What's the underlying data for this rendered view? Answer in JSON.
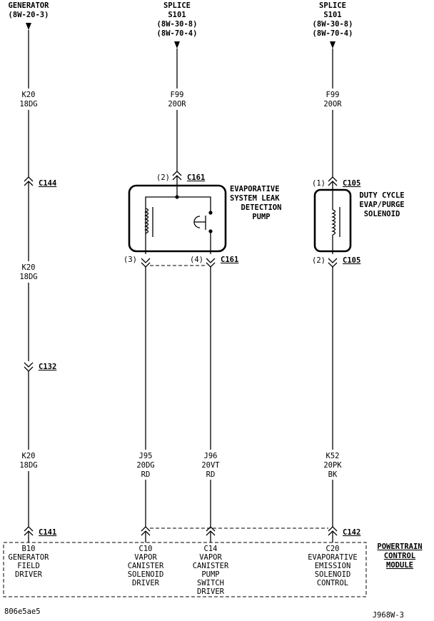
{
  "sources": {
    "generator": {
      "title": "GENERATOR",
      "ref": "(8W-20-3)"
    },
    "splice_mid": {
      "title": "SPLICE",
      "id": "S101",
      "ref1": "(8W-30-8)",
      "ref2": "(8W-70-4)"
    },
    "splice_right": {
      "title": "SPLICE",
      "id": "S101",
      "ref1": "(8W-30-8)",
      "ref2": "(8W-70-4)"
    }
  },
  "wires": {
    "k20_top": {
      "circuit": "K20",
      "gauge": "18DG"
    },
    "k20_mid": {
      "circuit": "K20",
      "gauge": "18DG"
    },
    "k20_low": {
      "circuit": "K20",
      "gauge": "18DG"
    },
    "f99_mid": {
      "circuit": "F99",
      "gauge": "20OR"
    },
    "f99_right": {
      "circuit": "F99",
      "gauge": "20OR"
    },
    "j95": {
      "circuit": "J95",
      "gauge": "20DG",
      "color": "RD"
    },
    "j96": {
      "circuit": "J96",
      "gauge": "20VT",
      "color": "RD"
    },
    "k52": {
      "circuit": "K52",
      "gauge": "20PK",
      "color": "BK"
    }
  },
  "connectors": {
    "c144": "C144",
    "c132": "C132",
    "c141": "C141",
    "c142": "C142",
    "c161_top": {
      "pin": "(2)",
      "name": "C161"
    },
    "c161_bottom": {
      "pin3": "(3)",
      "pin4": "(4)",
      "name": "C161"
    },
    "c105_top": {
      "pin": "(1)",
      "name": "C105"
    },
    "c105_bottom": {
      "pin": "(2)",
      "name": "C105"
    }
  },
  "components": {
    "leak_pump": {
      "line1": "EVAPORATIVE",
      "line2": "SYSTEM LEAK",
      "line3": "DETECTION",
      "line4": "PUMP"
    },
    "purge_solenoid": {
      "line1": "DUTY CYCLE",
      "line2": "EVAP/PURGE",
      "line3": "SOLENOID"
    }
  },
  "pcm": {
    "title1": "POWERTRAIN",
    "title2": "CONTROL",
    "title3": "MODULE",
    "b10": [
      "B10",
      "GENERATOR",
      "FIELD",
      "DRIVER"
    ],
    "c10": [
      "C10",
      "VAPOR",
      "CANISTER",
      "SOLENOID",
      "DRIVER"
    ],
    "c14": [
      "C14",
      "VAPOR",
      "CANISTER",
      "PUMP",
      "SWITCH",
      "DRIVER"
    ],
    "c20": [
      "C20",
      "EVAPORATIVE",
      "EMISSION",
      "SOLENOID",
      "CONTROL"
    ]
  },
  "footer": {
    "left_code": "806e5ae5",
    "right_code": "J968W-3"
  }
}
